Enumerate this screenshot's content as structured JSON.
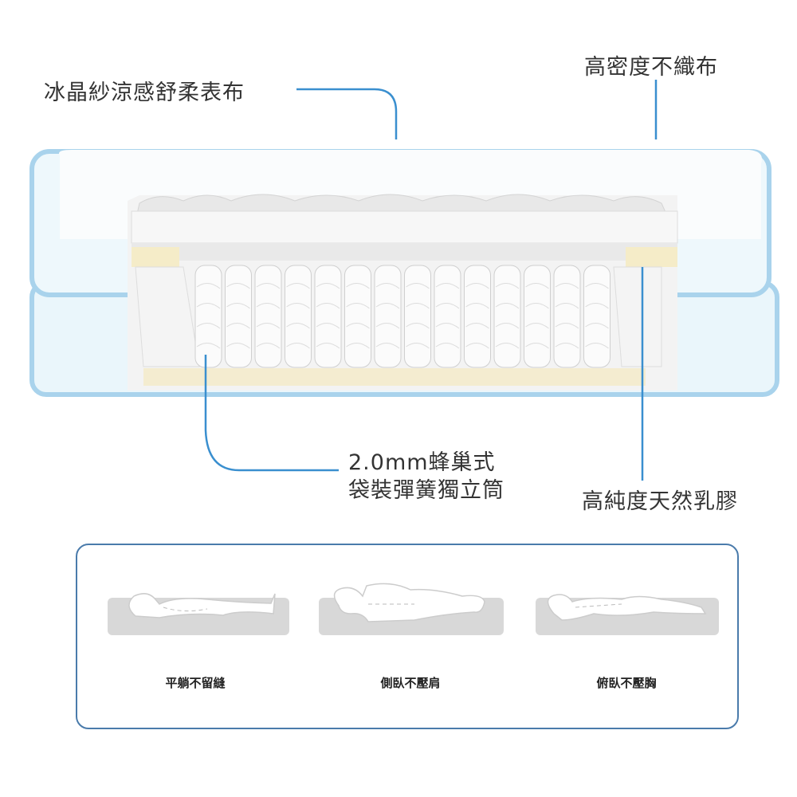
{
  "callouts": {
    "top_fabric": "冰晶紗涼感舒柔表布",
    "nonwoven": "高密度不織布",
    "spring_line1": "2.0mm蜂巢式",
    "spring_line2": "袋裝彈簧獨立筒",
    "latex": "高純度天然乳膠"
  },
  "positions": [
    {
      "label": "平躺不留縫"
    },
    {
      "label": "側臥不壓肩"
    },
    {
      "label": "俯臥不壓胸"
    }
  ],
  "colors": {
    "callout_line": "#3a8fcf",
    "panel_border": "#4a7bab",
    "piping": "#a9d3ec"
  }
}
